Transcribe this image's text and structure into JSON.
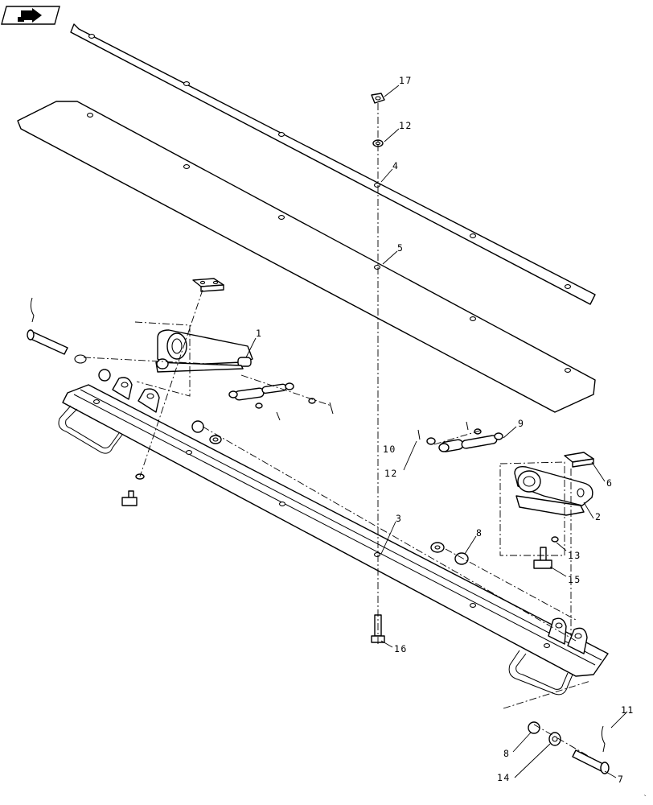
{
  "icon": "page-forward-arrow-icon",
  "callouts": {
    "c1": "1",
    "c2": "2",
    "c3": "3",
    "c4": "4",
    "c5": "5",
    "c6": "6",
    "c7": "7",
    "c8a": "8",
    "c8b": "8",
    "c9": "9",
    "c10": "10",
    "c11": "11",
    "c12a": "12",
    "c12b": "12",
    "c13": "13",
    "c14": "14",
    "c15": "15",
    "c16": "16",
    "c17": "17"
  }
}
